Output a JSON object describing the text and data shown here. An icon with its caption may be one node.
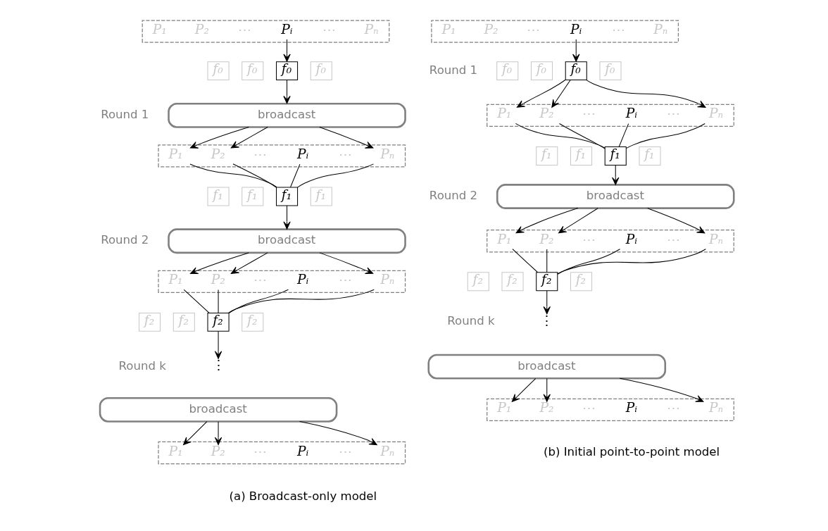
{
  "diagram": {
    "nodes": [
      {
        "text": [],
        "shape": "box"
      },
      {
        "text": [
          "P₁"
        ],
        "in": 0
      },
      {
        "text": [
          "P₂"
        ],
        "in": 0
      },
      {
        "text": [
          "⋯"
        ],
        "in": 0
      },
      {
        "text": [
          "Pᵢ"
        ],
        "in": 0
      },
      {
        "text": [
          "⋯"
        ],
        "in": 0
      },
      {
        "text": [
          "Pₙ"
        ],
        "in": 0
      },
      {
        "text": [
          "f₀"
        ]
      },
      {
        "text": [
          "f₀"
        ]
      },
      {
        "text": [
          "f₀"
        ]
      },
      {
        "text": [
          "f₀"
        ]
      },
      {
        "text": [
          "broadcast"
        ]
      },
      {
        "text": [],
        "shape": "box"
      },
      {
        "text": [
          "P₁"
        ],
        "in": 12
      },
      {
        "text": [
          "P₂"
        ],
        "in": 12
      },
      {
        "text": [
          "⋯"
        ],
        "in": 12
      },
      {
        "text": [
          "Pᵢ"
        ],
        "in": 12
      },
      {
        "text": [
          "⋯"
        ],
        "in": 12
      },
      {
        "text": [
          "Pₙ"
        ],
        "in": 12
      },
      {
        "text": [
          "f₁"
        ]
      },
      {
        "text": [
          "f₁"
        ]
      },
      {
        "text": [
          "f₁"
        ]
      },
      {
        "text": [
          "f₁"
        ]
      },
      {
        "text": [
          "broadcast"
        ]
      },
      {
        "text": [],
        "shape": "box"
      },
      {
        "text": [
          "P₁"
        ],
        "in": 24
      },
      {
        "text": [
          "P₂"
        ],
        "in": 24
      },
      {
        "text": [
          "⋯"
        ],
        "in": 24
      },
      {
        "text": [
          "Pᵢ"
        ],
        "in": 24
      },
      {
        "text": [
          "⋯"
        ],
        "in": 24
      },
      {
        "text": [
          "Pₙ"
        ],
        "in": 24
      },
      {
        "text": [
          "f₂"
        ]
      },
      {
        "text": [
          "f₂"
        ]
      },
      {
        "text": [
          "f₂"
        ]
      },
      {
        "text": [
          "f₂"
        ]
      },
      {
        "text": [
          "⋮"
        ]
      },
      {
        "text": [
          "broadcast"
        ]
      },
      {
        "text": [],
        "shape": "box"
      },
      {
        "text": [
          "P₁"
        ],
        "in": 37
      },
      {
        "text": [
          "P₂"
        ],
        "in": 37
      },
      {
        "text": [
          "⋯"
        ],
        "in": 37
      },
      {
        "text": [
          "Pᵢ"
        ],
        "in": 37
      },
      {
        "text": [
          "⋯"
        ],
        "in": 37
      },
      {
        "text": [
          "Pₙ"
        ],
        "in": 37
      },
      {
        "text": [],
        "shape": "box"
      },
      {
        "text": [
          "P₁"
        ],
        "in": 44
      },
      {
        "text": [
          "P₂"
        ],
        "in": 44
      },
      {
        "text": [
          "⋯"
        ],
        "in": 44
      },
      {
        "text": [
          "Pᵢ"
        ],
        "in": 44
      },
      {
        "text": [
          "⋯"
        ],
        "in": 44
      },
      {
        "text": [
          "Pₙ"
        ],
        "in": 44
      },
      {
        "text": [
          "f₀"
        ]
      },
      {
        "text": [
          "f₀"
        ]
      },
      {
        "text": [
          "f₀"
        ]
      },
      {
        "text": [
          "f₀"
        ]
      },
      {
        "text": [],
        "shape": "box"
      },
      {
        "text": [
          "P₁"
        ],
        "in": 55
      },
      {
        "text": [
          "P₂"
        ],
        "in": 55
      },
      {
        "text": [
          "⋯"
        ],
        "in": 55
      },
      {
        "text": [
          "Pᵢ"
        ],
        "in": 55
      },
      {
        "text": [
          "⋯"
        ],
        "in": 55
      },
      {
        "text": [
          "Pₙ"
        ],
        "in": 55
      },
      {
        "text": [
          "f₁"
        ]
      },
      {
        "text": [
          "f₁"
        ]
      },
      {
        "text": [
          "f₁"
        ]
      },
      {
        "text": [
          "f₁"
        ]
      },
      {
        "text": [
          "broadcast"
        ]
      },
      {
        "text": [],
        "shape": "box"
      },
      {
        "text": [
          "P₁"
        ],
        "in": 67
      },
      {
        "text": [
          "P₂"
        ],
        "in": 67
      },
      {
        "text": [
          "⋯"
        ],
        "in": 67
      },
      {
        "text": [
          "Pᵢ"
        ],
        "in": 67
      },
      {
        "text": [
          "⋯"
        ],
        "in": 67
      },
      {
        "text": [
          "Pₙ"
        ],
        "in": 67
      },
      {
        "text": [
          "f₂"
        ]
      },
      {
        "text": [
          "f₂"
        ]
      },
      {
        "text": [
          "f₂"
        ]
      },
      {
        "text": [
          "f₂"
        ]
      },
      {
        "text": [
          "⋮"
        ]
      },
      {
        "text": [
          "broadcast"
        ]
      },
      {
        "text": [],
        "shape": "box"
      },
      {
        "text": [
          "P₁"
        ],
        "in": 80
      },
      {
        "text": [
          "P₂"
        ],
        "in": 80
      },
      {
        "text": [
          "⋯"
        ],
        "in": 80
      },
      {
        "text": [
          "Pᵢ"
        ],
        "in": 80
      },
      {
        "text": [
          "⋯"
        ],
        "in": 80
      },
      {
        "text": [
          "Pₙ"
        ],
        "in": 80
      }
    ],
    "edges": [
      {
        "from": 4,
        "to": 9,
        "arrow": "to"
      },
      {
        "from": 9,
        "to": 11,
        "arrow": "to"
      },
      {
        "from": 11,
        "to": 13,
        "arrow": "to"
      },
      {
        "from": 11,
        "to": 14,
        "arrow": "to"
      },
      {
        "from": 11,
        "to": 18,
        "arrow": "to"
      },
      {
        "from": 13,
        "to": 21,
        "arrow": "none"
      },
      {
        "from": 14,
        "to": 21,
        "arrow": "none"
      },
      {
        "from": 16,
        "to": 21,
        "arrow": "none"
      },
      {
        "from": 18,
        "to": 21,
        "arrow": "none"
      },
      {
        "from": 21,
        "to": 23,
        "arrow": "to"
      },
      {
        "from": 23,
        "to": 25,
        "arrow": "to"
      },
      {
        "from": 23,
        "to": 26,
        "arrow": "to"
      },
      {
        "from": 23,
        "to": 30,
        "arrow": "to"
      },
      {
        "from": 25,
        "to": 33,
        "arrow": "none"
      },
      {
        "from": 26,
        "to": 33,
        "arrow": "none"
      },
      {
        "from": 28,
        "to": 33,
        "arrow": "none"
      },
      {
        "from": 30,
        "to": 33,
        "arrow": "none"
      },
      {
        "from": 33,
        "to": 35,
        "arrow": "to"
      },
      {
        "from": 36,
        "to": 38,
        "arrow": "to"
      },
      {
        "from": 36,
        "to": 39,
        "arrow": "to"
      },
      {
        "from": 36,
        "to": 43,
        "arrow": "to"
      },
      {
        "from": 48,
        "to": 53,
        "arrow": "to"
      },
      {
        "from": 53,
        "to": 56,
        "arrow": "to"
      },
      {
        "from": 53,
        "to": 57,
        "arrow": "to"
      },
      {
        "from": 53,
        "to": 61,
        "arrow": "to"
      },
      {
        "from": 56,
        "to": 64,
        "arrow": "none"
      },
      {
        "from": 57,
        "to": 64,
        "arrow": "none"
      },
      {
        "from": 59,
        "to": 64,
        "arrow": "none"
      },
      {
        "from": 61,
        "to": 64,
        "arrow": "none"
      },
      {
        "from": 64,
        "to": 66,
        "arrow": "to"
      },
      {
        "from": 66,
        "to": 68,
        "arrow": "to"
      },
      {
        "from": 66,
        "to": 69,
        "arrow": "to"
      },
      {
        "from": 66,
        "to": 73,
        "arrow": "to"
      },
      {
        "from": 68,
        "to": 76,
        "arrow": "none"
      },
      {
        "from": 69,
        "to": 76,
        "arrow": "none"
      },
      {
        "from": 71,
        "to": 76,
        "arrow": "none"
      },
      {
        "from": 73,
        "to": 76,
        "arrow": "none"
      },
      {
        "from": 76,
        "to": 78,
        "arrow": "to"
      },
      {
        "from": 79,
        "to": 81,
        "arrow": "to"
      },
      {
        "from": 79,
        "to": 82,
        "arrow": "to"
      },
      {
        "from": 79,
        "to": 86,
        "arrow": "to"
      }
    ],
    "labels": [
      "Round 1",
      "Round 2",
      "Round k",
      "Round 1",
      "Round 2",
      "Round k",
      "(a) Broadcast-only model",
      "(b) Initial point-to-point model"
    ]
  }
}
